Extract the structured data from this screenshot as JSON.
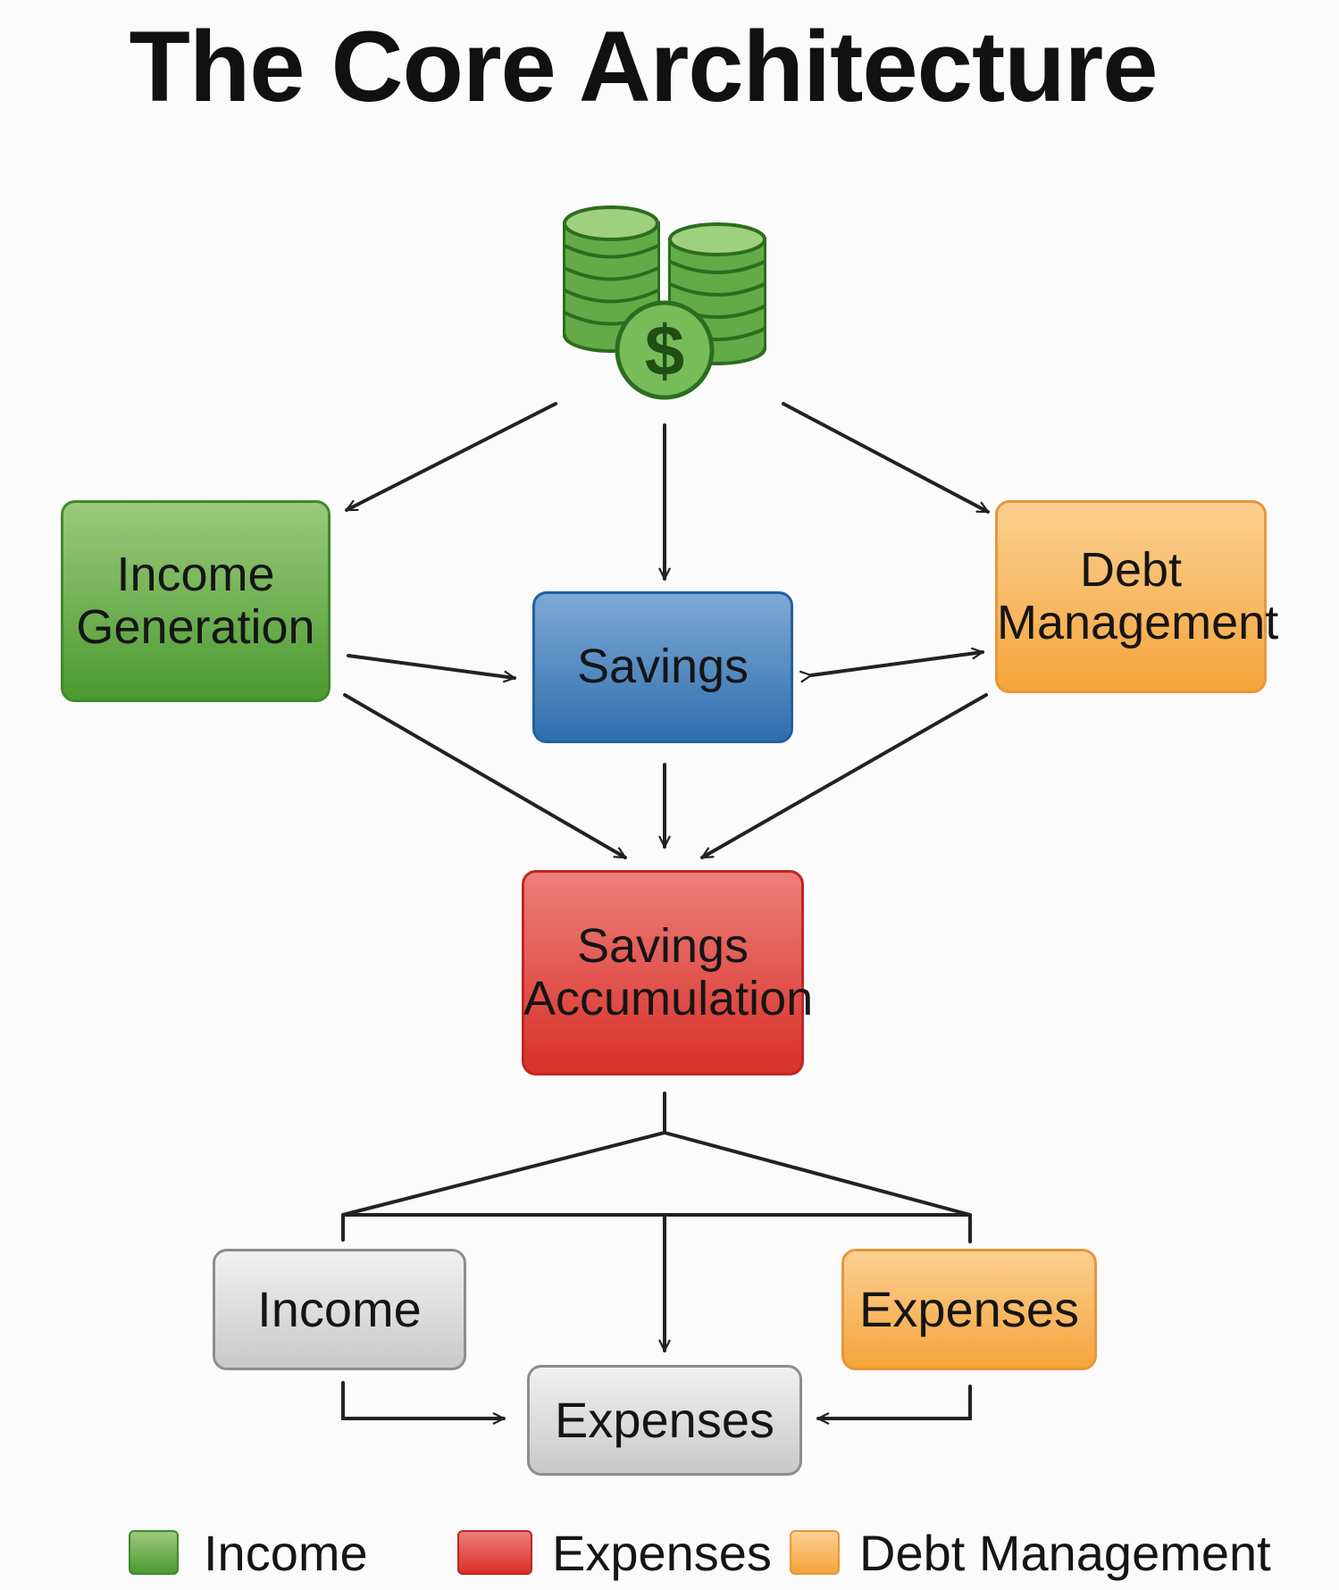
{
  "title": "The Core Architecture",
  "icons": {
    "top": "money-stack-icon",
    "symbol": "$"
  },
  "nodes": {
    "income_generation": {
      "label": "Income Generation",
      "color": "#5ea83e"
    },
    "savings": {
      "label": "Savings",
      "color": "#3b7cbf"
    },
    "debt_management": {
      "label": "Debt Management",
      "color": "#f7ad4f"
    },
    "savings_accumulation": {
      "label": "Savings Accumulation",
      "color": "#dd3a33"
    },
    "income": {
      "label": "Income",
      "color": "#d5d5d5"
    },
    "expenses_right": {
      "label": "Expenses",
      "color": "#f7ad4f"
    },
    "expenses_bottom": {
      "label": "Expenses",
      "color": "#d5d5d5"
    }
  },
  "legend": [
    {
      "label": "Income",
      "color": "#5ea83e"
    },
    {
      "label": "Expenses",
      "color": "#dd3a33"
    },
    {
      "label": "Debt Management",
      "color": "#f7ad4f"
    }
  ]
}
